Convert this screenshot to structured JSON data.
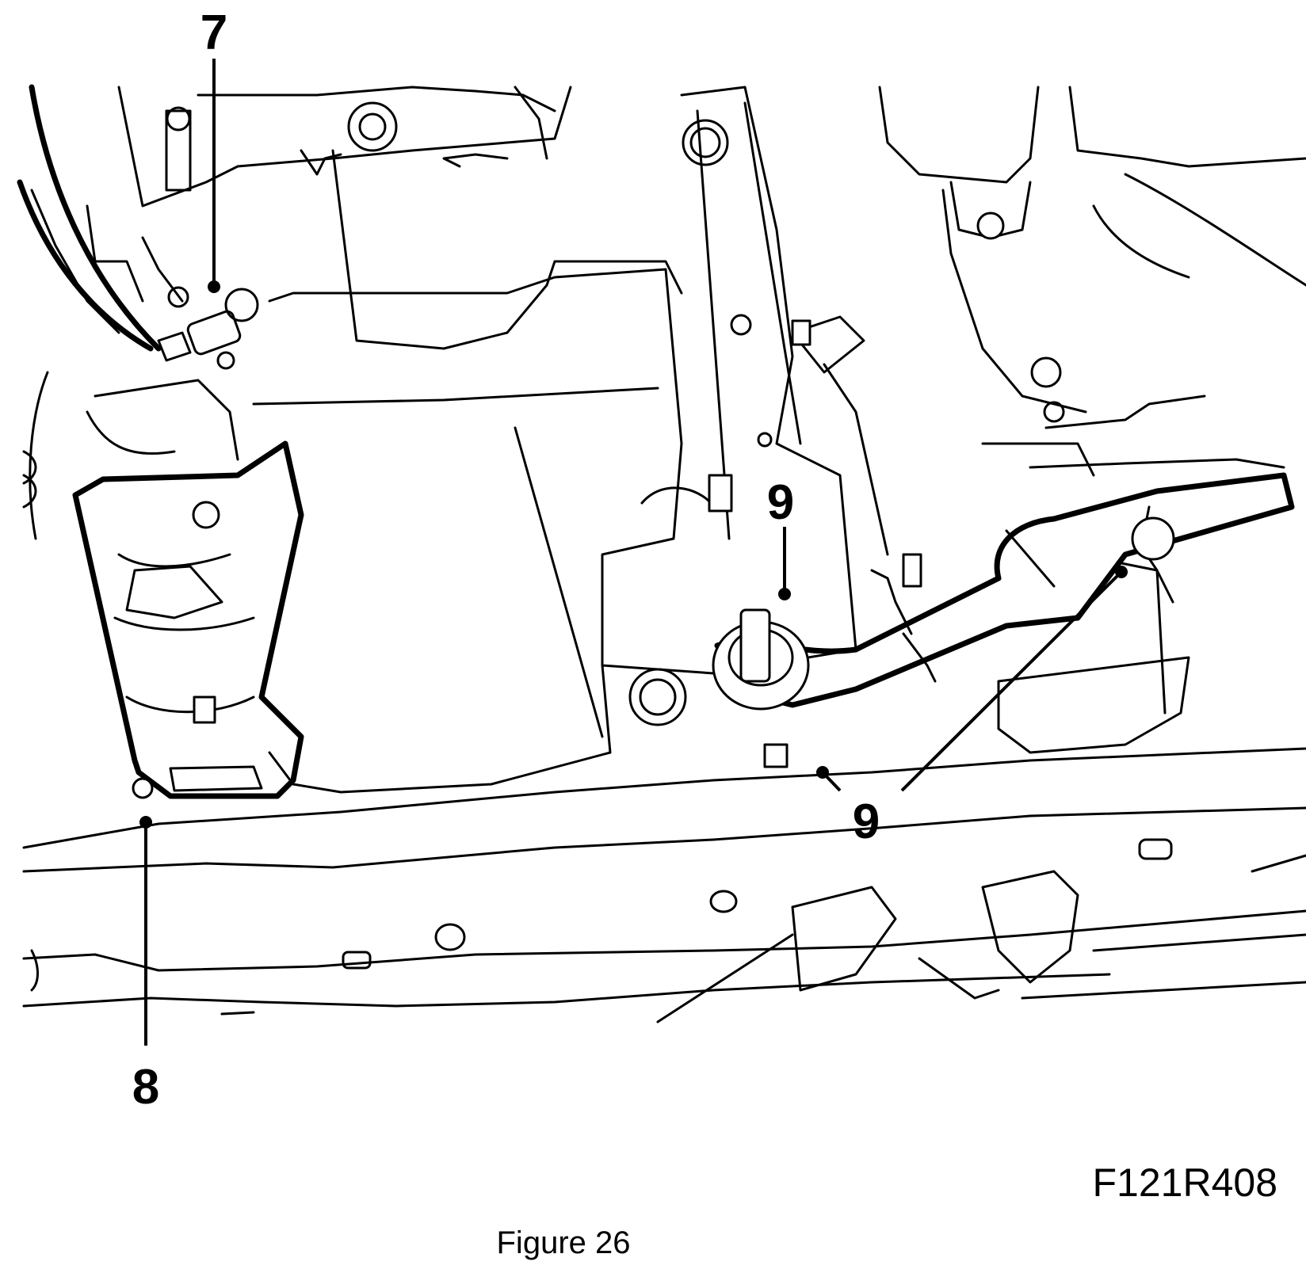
{
  "figure": {
    "callouts": {
      "c7": "7",
      "c8": "8",
      "c9_upper": "9",
      "c9_lower": "9"
    },
    "code": "F121R408",
    "caption": "Figure 26"
  }
}
